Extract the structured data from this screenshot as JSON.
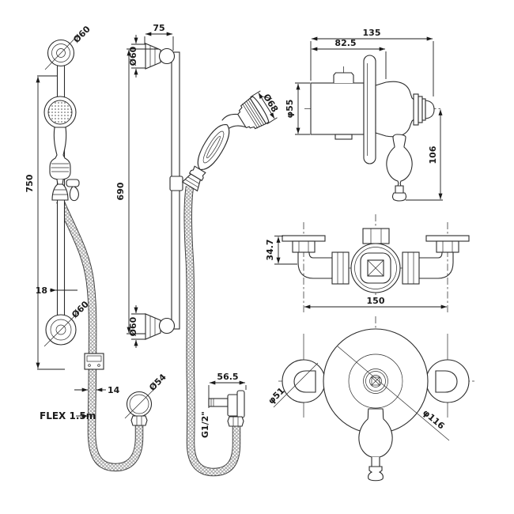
{
  "colors": {
    "line": "#2b2b2b",
    "background": "#ffffff"
  },
  "labels": {
    "left": {
      "length": "750",
      "rail_dia": "18",
      "top_bracket_dia": "Ø60",
      "bottom_bracket_dia": "Ø60",
      "hose_dia": "14",
      "flex": "FLEX 1.5m",
      "outlet_dia": "Ø54"
    },
    "middle": {
      "wall_offset": "75",
      "top_bracket_dia": "Ø60",
      "span": "690",
      "bottom_bracket_dia": "Ø60",
      "handset_dia": "Ø68",
      "elbow_depth": "56.5",
      "thread": "G1/2\""
    },
    "side": {
      "width": "135",
      "body_width": "82.5",
      "body_dia": "φ55",
      "handle_drop": "106"
    },
    "plan": {
      "depth": "34.7",
      "centres": "150"
    },
    "front": {
      "plate_dia": "φ51",
      "face_dia": "φ116"
    }
  }
}
